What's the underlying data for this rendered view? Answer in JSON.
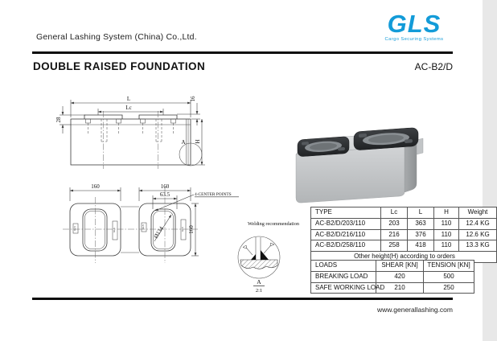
{
  "header": {
    "company": "General Lashing System (China) Co.,Ltd.",
    "logo": {
      "text": "GLS",
      "tagline": "Cargo Securing Systems",
      "color": "#139bd8"
    },
    "title": "DOUBLE RAISED FOUNDATION",
    "model": "AC-B2/D"
  },
  "drawings": {
    "side_view": {
      "dim_length": "L",
      "dim_center_distance": "Lc",
      "dim_top": "16",
      "dim_plate": "28",
      "dim_height": "H",
      "detail_ref": "A"
    },
    "top_view": {
      "dim_width_left": "160",
      "dim_width_right": "160",
      "dim_inner": "63.5",
      "dim_diameter": "Ø134",
      "center_points_label": "4-CENTER POINTS",
      "dim_depth": "160",
      "tag": "GLS"
    },
    "weld_detail": {
      "label": "Welding recommendation",
      "detail_ref": "A",
      "scale": "2:1"
    }
  },
  "type_table": {
    "headers": [
      "TYPE",
      "Lc",
      "L",
      "H",
      "Weight"
    ],
    "rows": [
      [
        "AC-B2/D/203/110",
        "203",
        "363",
        "110",
        "12.4 KG"
      ],
      [
        "AC-B2/D/216/110",
        "216",
        "376",
        "110",
        "12.6 KG"
      ],
      [
        "AC-B2/D/258/110",
        "258",
        "418",
        "110",
        "13.3 KG"
      ]
    ],
    "note": "Other height(H) according to orders"
  },
  "loads_table": {
    "headers": [
      "LOADS",
      "SHEAR [KN]",
      "TENSION [KN]"
    ],
    "rows": [
      [
        "BREAKING LOAD",
        "420",
        "500"
      ],
      [
        "SAFE WORKING LOAD",
        "210",
        "250"
      ]
    ]
  },
  "footer": {
    "website": "www.generallashing.com"
  }
}
